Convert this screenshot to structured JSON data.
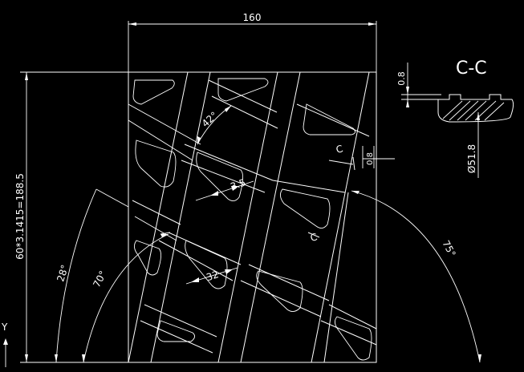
{
  "drawing": {
    "view_label": "C-C",
    "dim_width": "160",
    "dim_height": "60*3.1415=188.5",
    "dim_thickness": "0.8",
    "dim_diameter": "Ø51.8",
    "section_mark_a": "C",
    "section_mark_b": "C",
    "angle_42": "42°",
    "angle_28": "28°",
    "angle_70": "70°",
    "angle_75": "75°",
    "dim_35": "3.5",
    "dim_32": "32",
    "dim_small": "0.8",
    "axis_y": "Y",
    "line_color": "#ffffff",
    "background": "#000000"
  }
}
